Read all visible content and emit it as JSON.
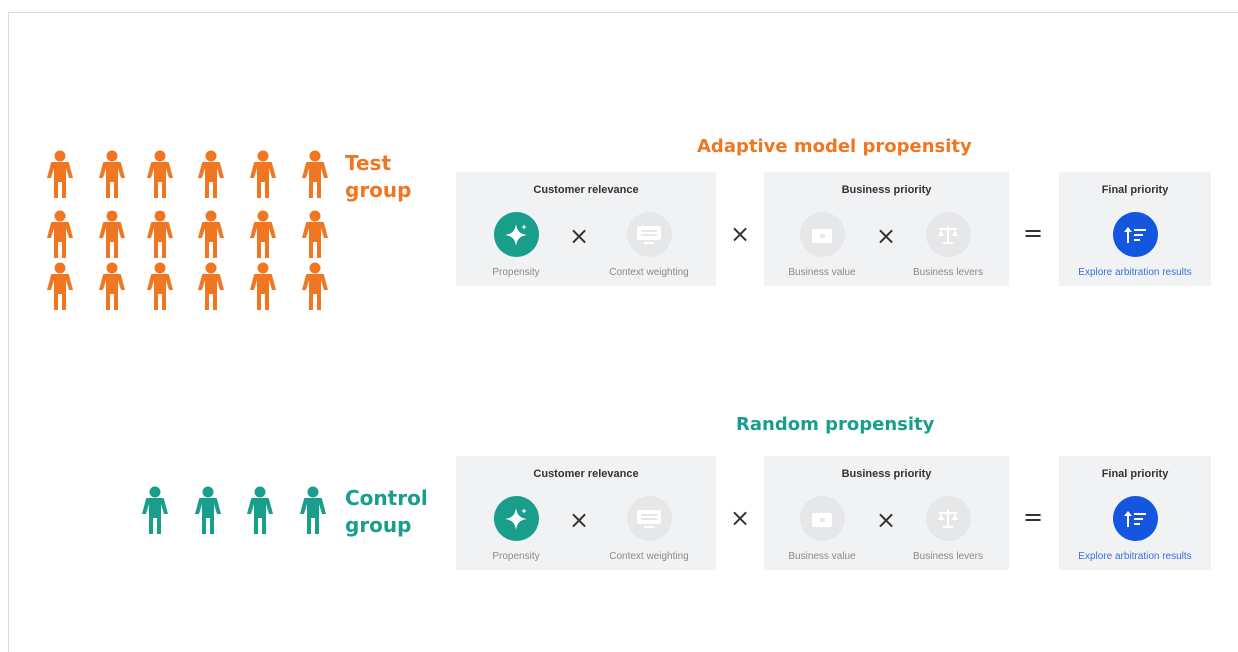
{
  "colors": {
    "test_orange": "#f07622",
    "control_teal": "#1a9e8c",
    "final_blue": "#1456e0",
    "panel_bg": "#f1f2f4"
  },
  "test": {
    "group_label_line1": "Test",
    "group_label_line2": "group",
    "person_count": 18,
    "title": "Adaptive model propensity",
    "customer_relevance": {
      "title": "Customer relevance",
      "item1": "Propensity",
      "item2": "Context weighting"
    },
    "business_priority": {
      "title": "Business priority",
      "item1": "Business value",
      "item2": "Business levers"
    },
    "final_priority": {
      "title": "Final priority",
      "item": "Explore arbitration results"
    }
  },
  "control": {
    "group_label_line1": "Control",
    "group_label_line2": "group",
    "person_count": 4,
    "title": "Random propensity",
    "customer_relevance": {
      "title": "Customer relevance",
      "item1": "Propensity",
      "item2": "Context weighting"
    },
    "business_priority": {
      "title": "Business priority",
      "item1": "Business value",
      "item2": "Business levers"
    },
    "final_priority": {
      "title": "Final priority",
      "item": "Explore arbitration results"
    }
  },
  "operators": {
    "multiply": "×",
    "equals": "="
  },
  "icons": {
    "propensity": "sparkle-icon",
    "context_weighting": "screen-icon",
    "business_value": "wallet-icon",
    "business_levers": "scale-icon",
    "final_priority": "sort-priority-icon",
    "person": "person-icon"
  }
}
